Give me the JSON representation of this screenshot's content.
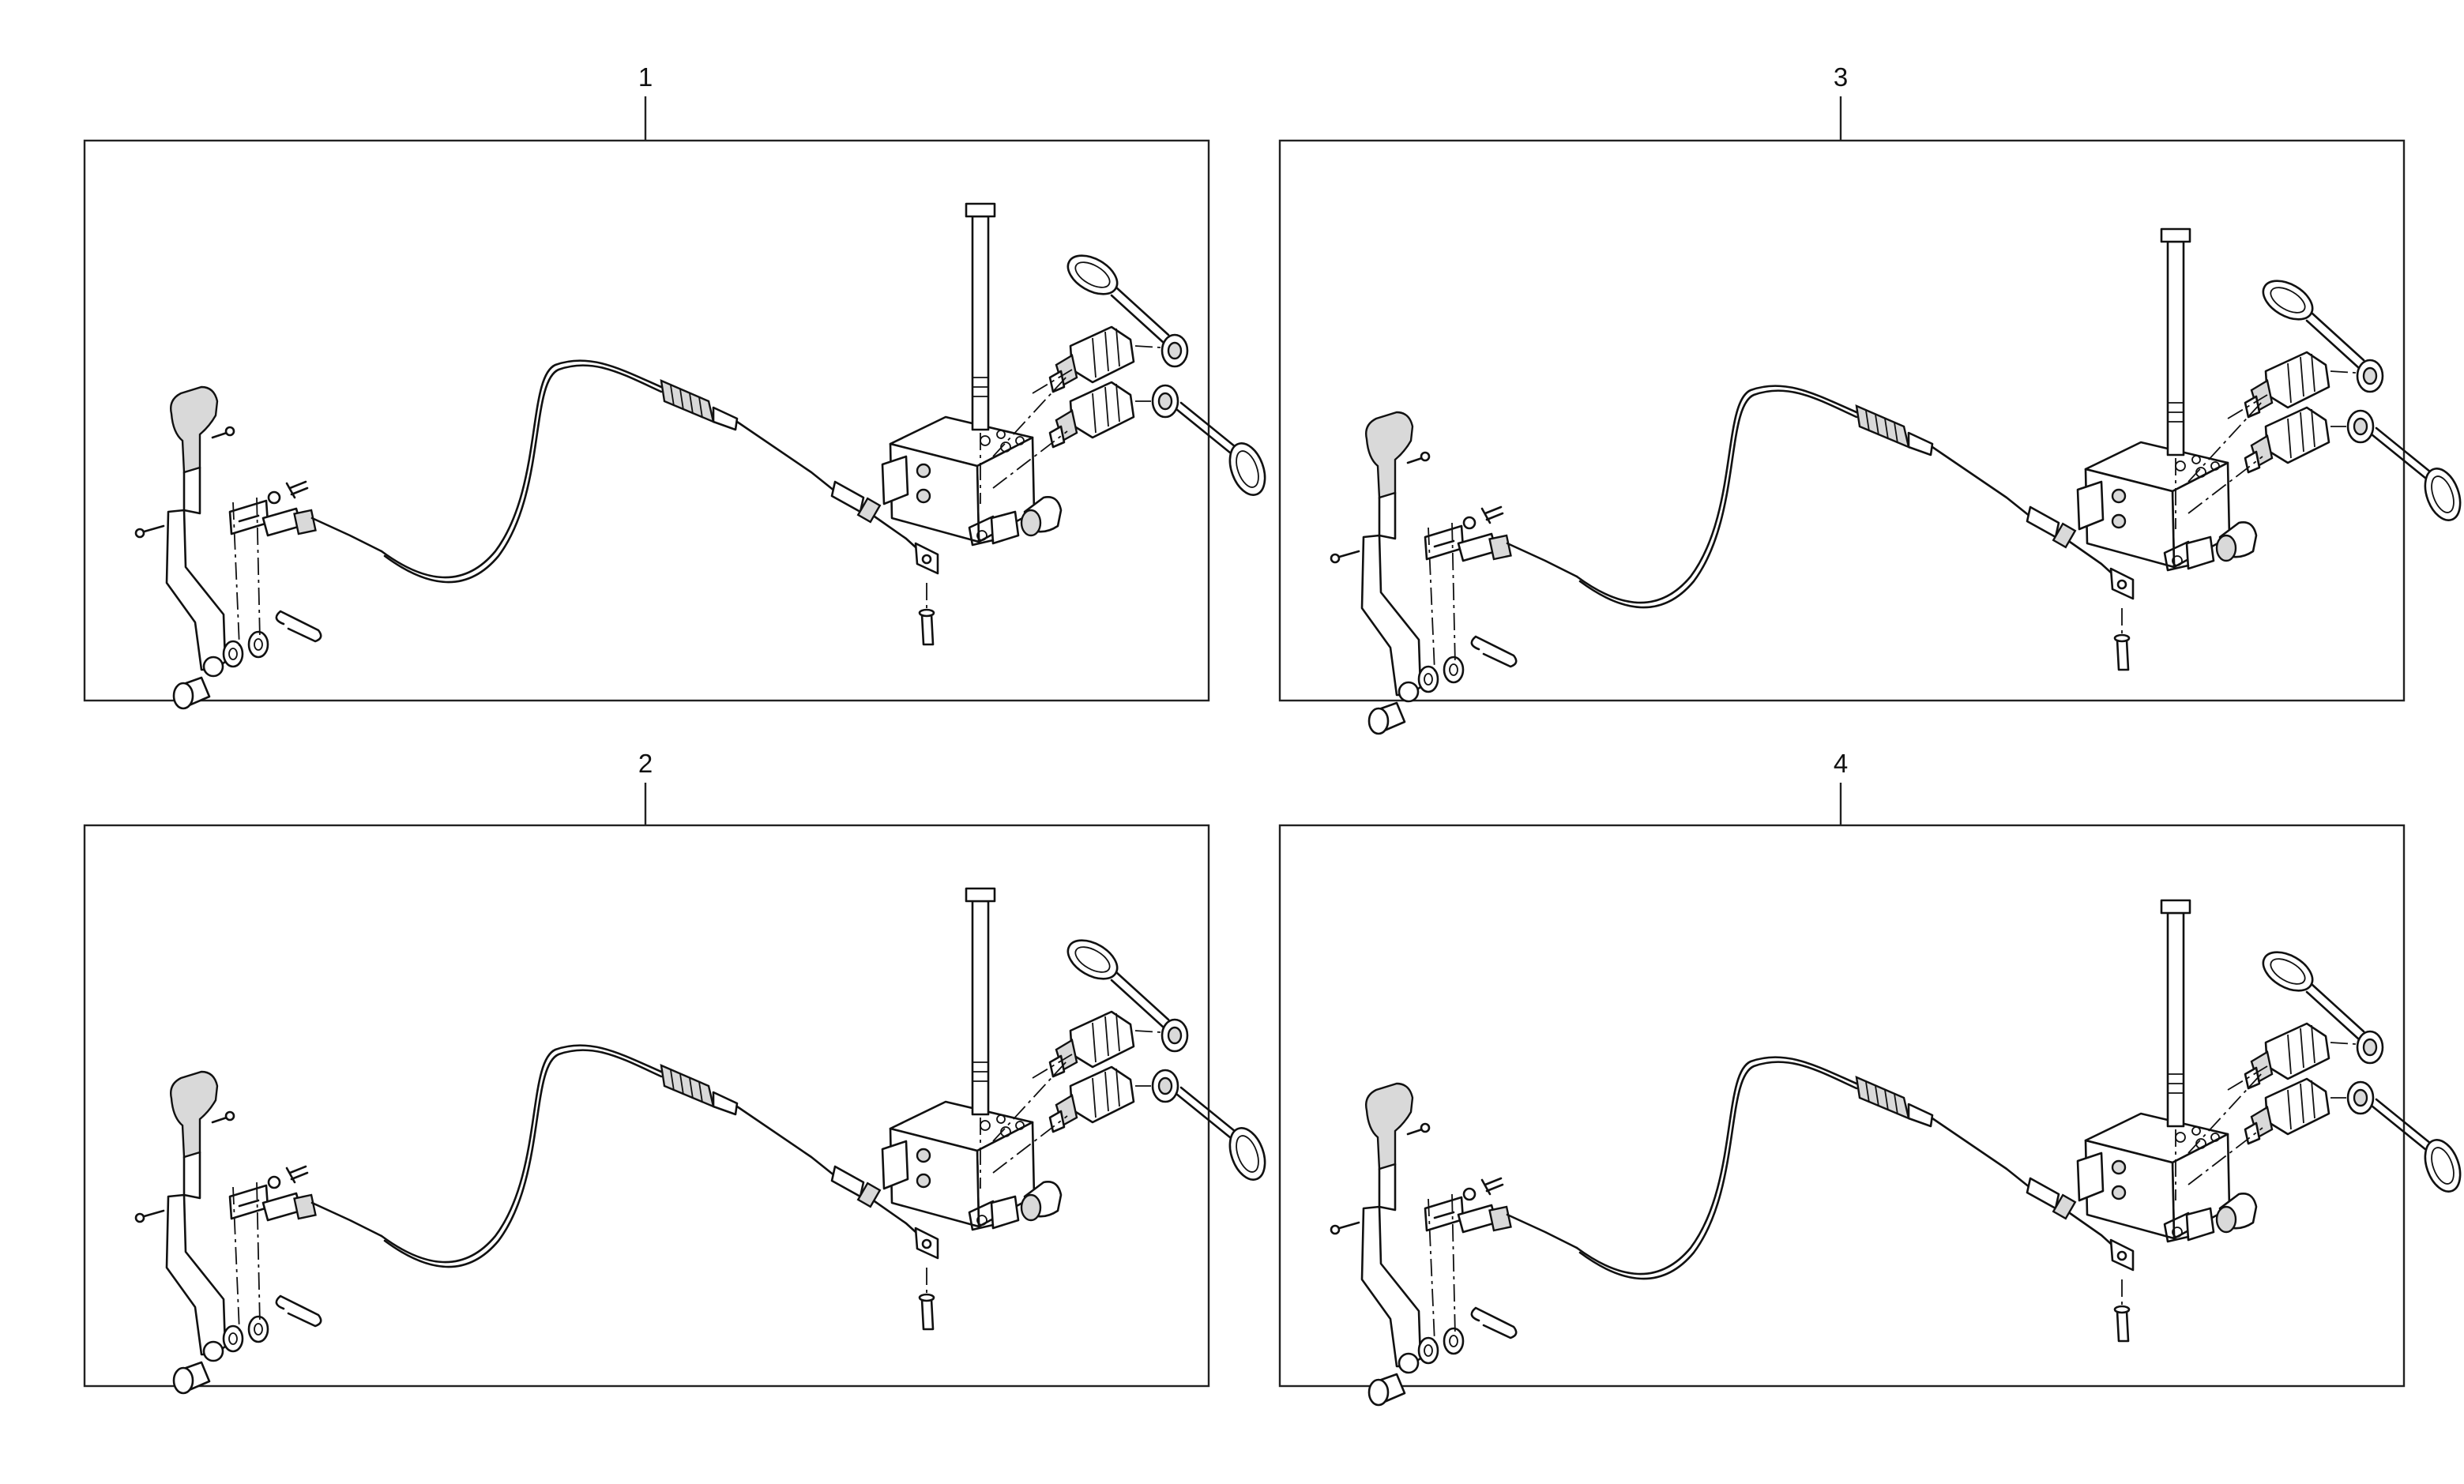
{
  "panels": [
    {
      "callout": "1",
      "variant": "a"
    },
    {
      "callout": "3",
      "variant": "b"
    },
    {
      "callout": "2",
      "variant": "a"
    },
    {
      "callout": "4",
      "variant": "c"
    }
  ]
}
